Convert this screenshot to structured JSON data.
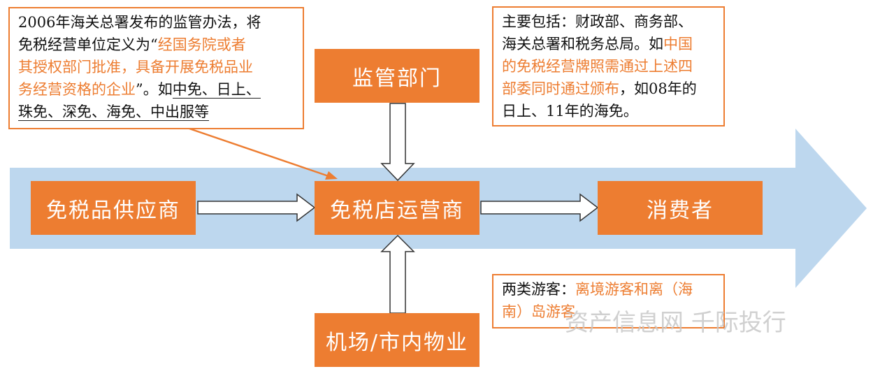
{
  "diagram": {
    "nodes": {
      "supplier": "免税品供应商",
      "operator": "免税店运营商",
      "consumer": "消费者",
      "regulator": "监管部门",
      "property": "机场/市内物业"
    },
    "notes": {
      "top_left": {
        "line1": "2006年海关总署发布的监管办法，将",
        "line2a": "免税经营单位定义为“",
        "line2b": "经国务院或者",
        "line3": "其授权部门批准，具备开展免税品业",
        "line4a": "务经营资格的企业",
        "line4b": "”。如",
        "line4c": "中免、日上、",
        "line5": "珠免、深免、海免、中出服等"
      },
      "top_right": {
        "line1": "主要包括：财政部、商务部、",
        "line2a": "海关总署和税务总局。如",
        "line2b": "中国",
        "line3": "的免税经营牌照需通过上述四",
        "line4a": "部委同时通过颁布",
        "line4b": "，如08年的",
        "line5": "日上、11年的海免。"
      },
      "bottom_right": {
        "line1a": "两类游客：",
        "line1b": "离境游客和离（海",
        "line2": "南）岛游客"
      }
    },
    "watermark": "资产信息网 千际投行"
  },
  "colors": {
    "accent": "#ed7d31",
    "band": "#bdd7ee",
    "text": "#111111"
  }
}
